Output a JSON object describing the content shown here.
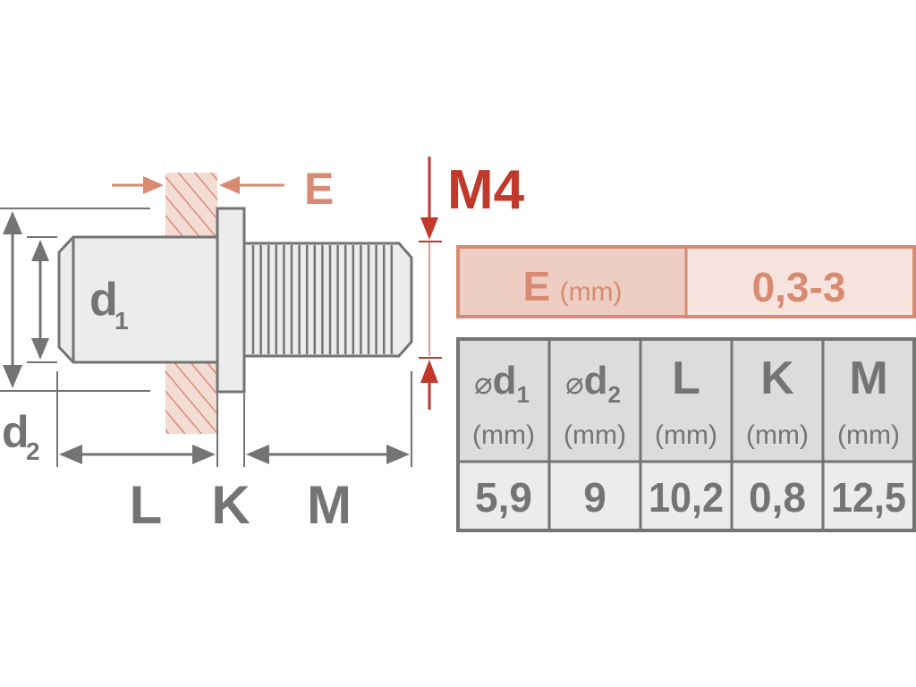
{
  "diagram": {
    "thread_size": "M4",
    "labels": {
      "E": "E",
      "d1_main": "d",
      "d1_sub": "1",
      "d2_main": "d",
      "d2_sub": "2",
      "L": "L",
      "K": "K",
      "M": "M"
    }
  },
  "grip_table": {
    "header_letter": "E",
    "header_unit": "(mm)",
    "value": "0,3-3"
  },
  "spec_table": {
    "columns": [
      {
        "prefix": "⌀",
        "main": "d",
        "sub": "1",
        "unit": "(mm)",
        "value": "5,9"
      },
      {
        "prefix": "⌀",
        "main": "d",
        "sub": "2",
        "unit": "(mm)",
        "value": "9"
      },
      {
        "prefix": "",
        "main": "L",
        "sub": "",
        "unit": "(mm)",
        "value": "10,2"
      },
      {
        "prefix": "",
        "main": "K",
        "sub": "",
        "unit": "(mm)",
        "value": "0,8"
      },
      {
        "prefix": "",
        "main": "M",
        "sub": "",
        "unit": "(mm)",
        "value": "12,5"
      }
    ]
  },
  "colors": {
    "red": "#c0392b",
    "salmon": "#d98a72",
    "salmon_fill": "#eecdc2",
    "salmon_light": "#f8e4de",
    "gray": "#747474",
    "gray_fill": "#dcdcdc",
    "gray_light": "#ececec",
    "part_fill": "#ececec"
  }
}
